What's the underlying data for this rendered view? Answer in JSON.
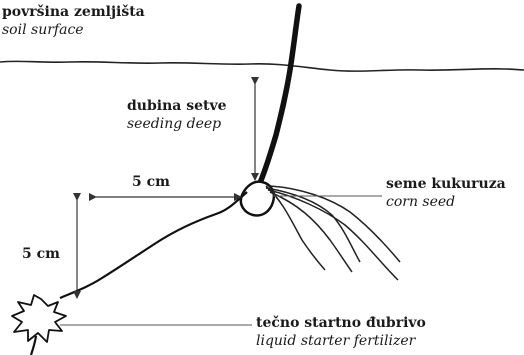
{
  "labels": {
    "soil_surface": {
      "bs": "površina zemljišta",
      "en": "soil surface"
    },
    "seeding_depth": {
      "bs": "dubina setve",
      "en": "seeding deep"
    },
    "corn_seed": {
      "bs": "seme kukuruza",
      "en": "corn seed"
    },
    "fertilizer": {
      "bs": "tečno startno đubrivo",
      "en": "liquid starter fertilizer"
    },
    "horizontal_distance": "5 cm",
    "vertical_distance": "5 cm"
  }
}
